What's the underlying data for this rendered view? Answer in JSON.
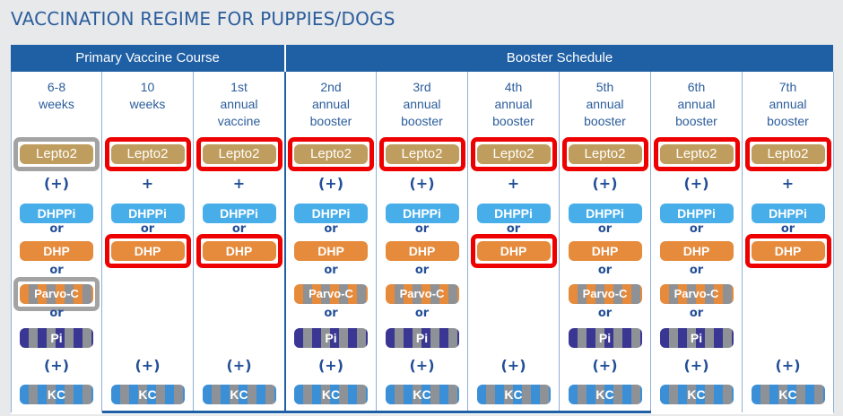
{
  "title": "VACCINATION REGIME FOR PUPPIES/DOGS",
  "sections": {
    "primary": "Primary Vaccine Course",
    "booster": "Booster Schedule"
  },
  "labels": {
    "or": "or",
    "plus": "+",
    "plus_optional": "(+)",
    "lepto": "Lepto2",
    "dhppi": "DHPPi",
    "dhp": "DHP",
    "parvo": "Parvo-C",
    "pi": "Pi",
    "kc": "KC"
  },
  "colors": {
    "header_blue": "#1f5fa4",
    "title_blue": "#2b5d9c",
    "lepto": "#bf9d5e",
    "dhppi": "#48aeea",
    "dhp": "#e68a3c",
    "pi": "#3a3794",
    "kc": "#3a8fd6",
    "stripe_grey": "#8e9195",
    "highlight_red": "#ee0000",
    "highlight_grey": "#a3a3a3"
  },
  "columns": [
    {
      "header": [
        "6-8",
        "weeks"
      ],
      "section": "primary",
      "plus1": "(+)",
      "plus2": "(+)",
      "parvo_pi": true,
      "hl_lepto": "grey",
      "hl_dhp": "",
      "hl_parvo": "grey"
    },
    {
      "header": [
        "10",
        "weeks"
      ],
      "section": "primary",
      "plus1": "+",
      "plus2": "(+)",
      "parvo_pi": false,
      "hl_lepto": "red",
      "hl_dhp": "red",
      "hl_parvo": ""
    },
    {
      "header": [
        "1st",
        "annual",
        "vaccine"
      ],
      "section": "primary",
      "plus1": "+",
      "plus2": "(+)",
      "parvo_pi": false,
      "hl_lepto": "red",
      "hl_dhp": "red",
      "hl_parvo": ""
    },
    {
      "header": [
        "2nd",
        "annual",
        "booster"
      ],
      "section": "booster",
      "plus1": "(+)",
      "plus2": "(+)",
      "parvo_pi": true,
      "hl_lepto": "red",
      "hl_dhp": "",
      "hl_parvo": ""
    },
    {
      "header": [
        "3rd",
        "annual",
        "booster"
      ],
      "section": "booster",
      "plus1": "(+)",
      "plus2": "(+)",
      "parvo_pi": true,
      "hl_lepto": "red",
      "hl_dhp": "",
      "hl_parvo": ""
    },
    {
      "header": [
        "4th",
        "annual",
        "booster"
      ],
      "section": "booster",
      "plus1": "+",
      "plus2": "(+)",
      "parvo_pi": false,
      "hl_lepto": "red",
      "hl_dhp": "red",
      "hl_parvo": ""
    },
    {
      "header": [
        "5th",
        "annual",
        "booster"
      ],
      "section": "booster",
      "plus1": "(+)",
      "plus2": "(+)",
      "parvo_pi": true,
      "hl_lepto": "red",
      "hl_dhp": "",
      "hl_parvo": ""
    },
    {
      "header": [
        "6th",
        "annual",
        "booster"
      ],
      "section": "booster",
      "plus1": "(+)",
      "plus2": "(+)",
      "parvo_pi": true,
      "hl_lepto": "red",
      "hl_dhp": "",
      "hl_parvo": ""
    },
    {
      "header": [
        "7th",
        "annual",
        "booster"
      ],
      "section": "booster",
      "plus1": "+",
      "plus2": "(+)",
      "parvo_pi": false,
      "hl_lepto": "red",
      "hl_dhp": "red",
      "hl_parvo": ""
    }
  ]
}
